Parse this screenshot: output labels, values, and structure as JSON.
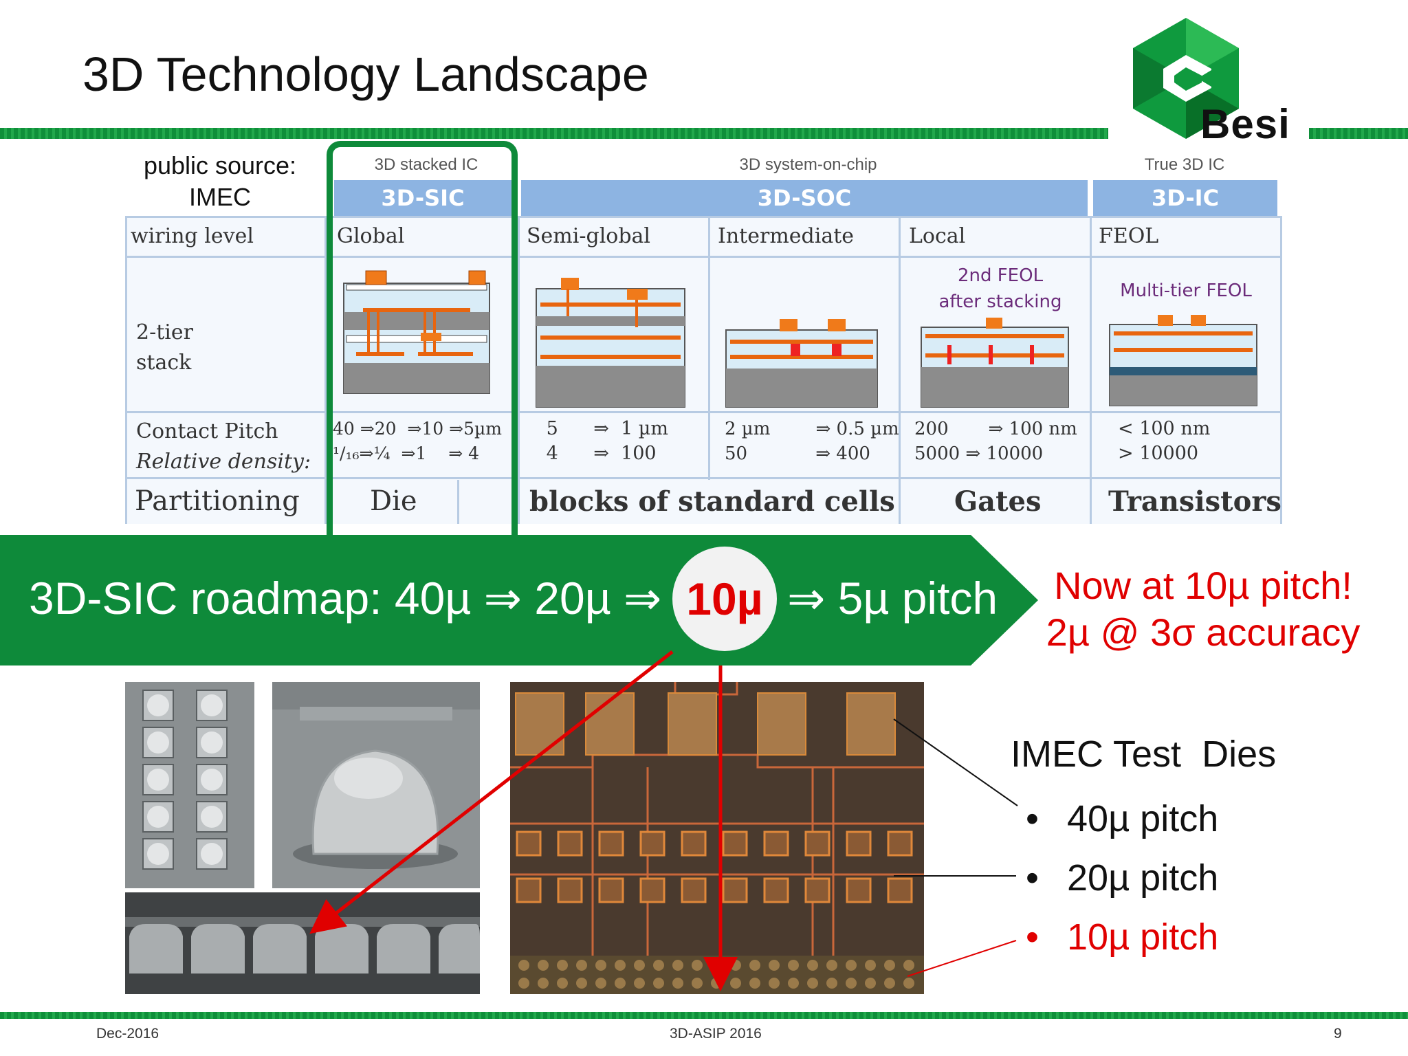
{
  "slide": {
    "title": "3D Technology Landscape",
    "brand": "Besi",
    "source_line1": "public source:",
    "source_line2": "IMEC"
  },
  "categories": [
    {
      "label": "3D stacked IC",
      "bar": "3D-SIC"
    },
    {
      "label": "3D system-on-chip",
      "bar": "3D-SOC"
    },
    {
      "label": "True 3D IC",
      "bar": "3D-IC"
    }
  ],
  "table": {
    "row_headers": {
      "wiring_level": "wiring level",
      "stack_line1": "2-tier",
      "stack_line2": "stack",
      "pitch_line1": "Contact Pitch",
      "pitch_line2": "Relative density:",
      "partitioning": "Partitioning"
    },
    "wiring": [
      "Global",
      "Semi-global",
      "Intermediate",
      "Local",
      "FEOL"
    ],
    "diagram_captions": {
      "local": "2nd FEOL\nafter stacking",
      "feol": "Multi-tier FEOL"
    },
    "pitch": [
      "40 ⇒20  ⇒10 ⇒5µm\n¹/₁₆⇒¼  ⇒1    ⇒ 4",
      " 5      ⇒  1 µm\n 4      ⇒  100",
      "2 µm        ⇒ 0.5 µm\n50            ⇒ 400",
      "200       ⇒ 100 nm\n5000 ⇒ 10000",
      "< 100 nm\n> 10000"
    ],
    "partitioning": [
      "Die",
      "blocks of standard cells",
      "Gates",
      "Transistors"
    ]
  },
  "banner": {
    "prefix": "3D-SIC roadmap: 40µ ⇒ 20µ ⇒",
    "highlight": "10µ",
    "suffix": "⇒ 5µ pitch"
  },
  "note": {
    "line1": "Now at 10µ pitch!",
    "line2": "2µ @ 3σ accuracy"
  },
  "test_dies": {
    "title": "IMEC Test  Dies",
    "items": [
      {
        "bullet": "•",
        "text": "40µ pitch",
        "color": "#111111"
      },
      {
        "bullet": "•",
        "text": "20µ pitch",
        "color": "#111111"
      },
      {
        "bullet": "•",
        "text": "10µ pitch",
        "color": "#e00000"
      }
    ]
  },
  "footer": {
    "date": "Dec-2016",
    "event": "3D-ASIP 2016",
    "page": "9"
  },
  "colors": {
    "brand_green": "#0e8a3a",
    "bar_blue": "#8db4e2",
    "accent_red": "#e00000"
  }
}
